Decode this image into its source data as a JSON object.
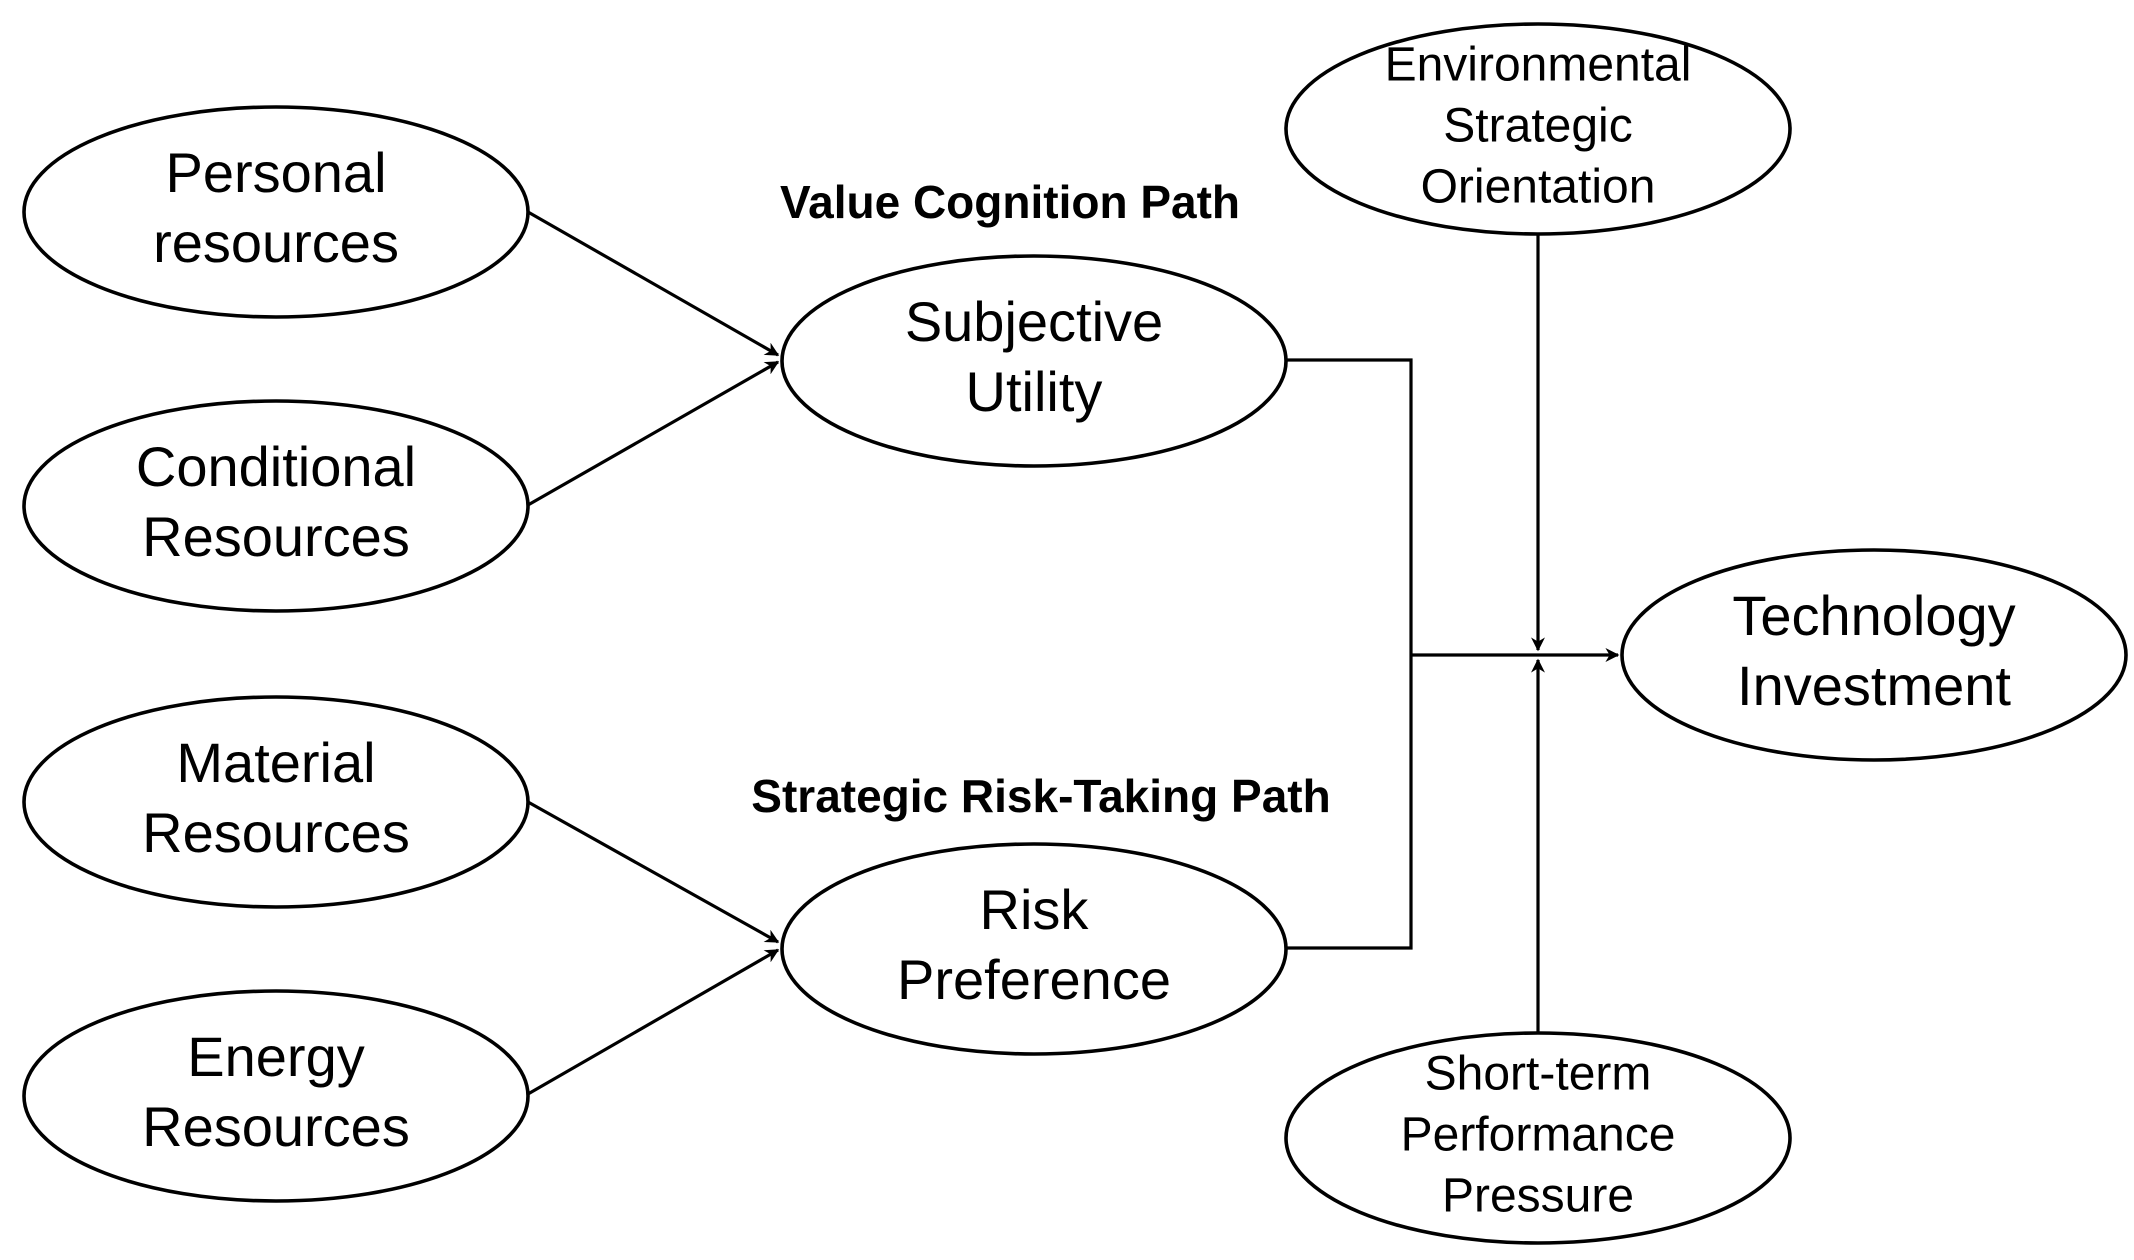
{
  "nodes": {
    "personal": {
      "lines": [
        "Personal",
        "resources"
      ]
    },
    "conditional": {
      "lines": [
        "Conditional",
        "Resources"
      ]
    },
    "material": {
      "lines": [
        "Material",
        "Resources"
      ]
    },
    "energy": {
      "lines": [
        "Energy",
        "Resources"
      ]
    },
    "subjective": {
      "lines": [
        "Subjective",
        "Utility"
      ]
    },
    "risk": {
      "lines": [
        "Risk",
        "Preference"
      ]
    },
    "environmental": {
      "lines": [
        "Environmental",
        "Strategic",
        "Orientation"
      ]
    },
    "shortterm": {
      "lines": [
        "Short-term",
        "Performance",
        "Pressure"
      ]
    },
    "technology": {
      "lines": [
        "Technology",
        "Investment"
      ]
    }
  },
  "labels": {
    "value_path": "Value Cognition Path",
    "risk_path": "Strategic Risk-Taking Path"
  },
  "edges": [
    {
      "from": "personal",
      "to": "subjective"
    },
    {
      "from": "conditional",
      "to": "subjective"
    },
    {
      "from": "material",
      "to": "risk"
    },
    {
      "from": "energy",
      "to": "risk"
    },
    {
      "from": "subjective",
      "to": "technology"
    },
    {
      "from": "risk",
      "to": "technology"
    },
    {
      "from": "environmental",
      "to": "technology",
      "type": "moderator"
    },
    {
      "from": "shortterm",
      "to": "technology",
      "type": "moderator"
    }
  ]
}
